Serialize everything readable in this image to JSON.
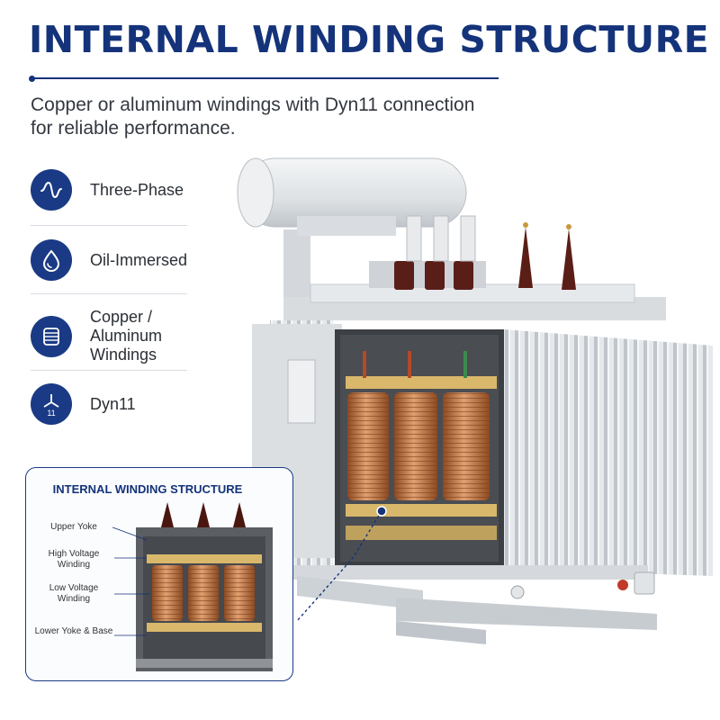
{
  "title": "INTERNAL WINDING STRUCTURE",
  "subtitle": "Copper or aluminum windings with Dyn11 connection for reliable performance.",
  "features": [
    {
      "label": "Three-Phase",
      "icon": "sine-wave-icon"
    },
    {
      "label": "Oil-Immersed",
      "icon": "oil-drop-icon"
    },
    {
      "label": "Copper / Aluminum Windings",
      "icon": "coil-icon"
    },
    {
      "label": "Dyn11",
      "icon": "dyn11-vector-icon",
      "icon_text": "11"
    }
  ],
  "inset": {
    "title": "INTERNAL WINDING STRUCTURE",
    "labels": [
      "Upper Yoke",
      "High Voltage Winding",
      "Low Voltage Winding",
      "Lower Yoke & Base"
    ]
  },
  "colors": {
    "navy": "#14337a",
    "icon_bg": "#1a3a85",
    "copper": "#c0743c",
    "tank": "#e4e7ea"
  }
}
